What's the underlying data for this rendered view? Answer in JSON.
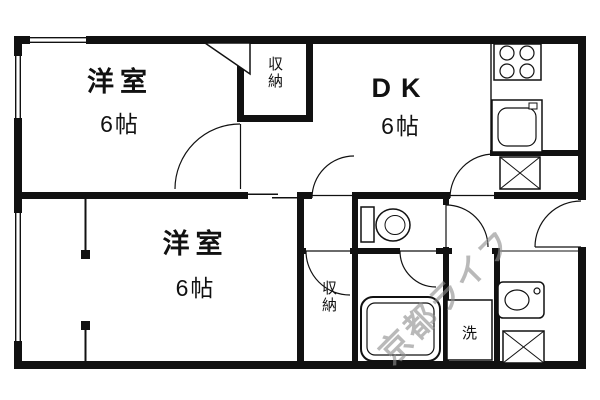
{
  "page": {
    "type": "apartment-floor-plan"
  },
  "rooms": {
    "bedroom1": {
      "name": "洋室",
      "size": "6帖"
    },
    "dk": {
      "name": "DK",
      "size": "6帖"
    },
    "bedroom2": {
      "name": "洋室",
      "size": "6帖"
    },
    "closet_top": {
      "name": "収納"
    },
    "closet_bottom": {
      "name": "収納"
    },
    "laundry": {
      "name": "洗"
    }
  },
  "watermark": {
    "text": "京都ライフ"
  },
  "colors": {
    "wall": "#111111",
    "background": "#ffffff",
    "watermark": "#8f8f8f"
  },
  "fixtures": [
    "stove-icon",
    "kitchen-sink-icon",
    "shaft-hatch-icon",
    "toilet-icon",
    "bathtub-icon",
    "washing-machine-icon",
    "washbasin-icon",
    "door-arc",
    "window",
    "sliding-door",
    "closet-door-triangle"
  ]
}
